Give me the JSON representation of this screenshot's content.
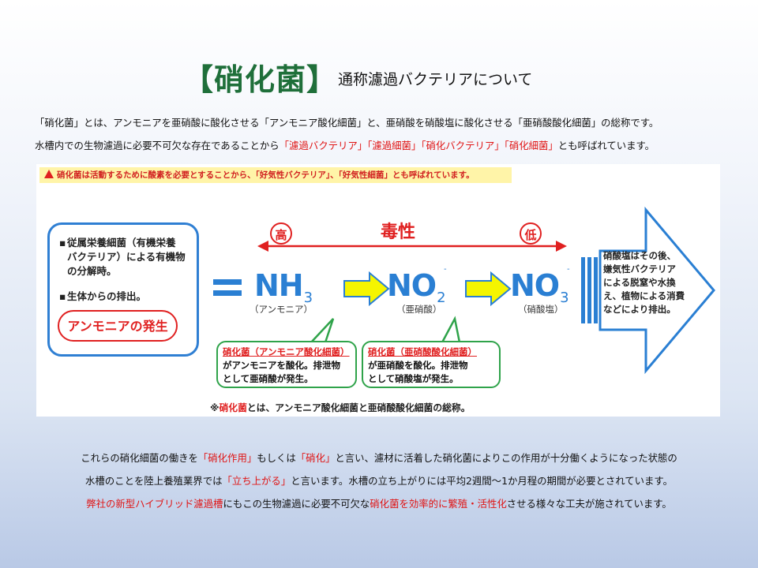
{
  "title": {
    "main": "【硝化菌】",
    "sub": "通称濾過バクテリアについて"
  },
  "intro": {
    "line1": "「硝化菌」とは、アンモニアを亜硝酸に酸化させる「アンモニア酸化細菌」と、亜硝酸を硝酸塩に酸化させる「亜硝酸酸化細菌」の総称です。",
    "line2_a": "水槽内での生物濾過に必要不可欠な存在であることから",
    "line2_red": "「濾過バクテリア」「濾過細菌」「硝化バクテリア」「硝化細菌」",
    "line2_b": "とも呼ばれています。"
  },
  "figure": {
    "warning": "硝化菌は活動するために酸素を必要とすることから、「好気性バクテリア」、「好気性細菌」とも呼ばれています。",
    "source_box": {
      "item1": "従属栄養細菌（有機栄養バクテリア）による有機物の分解時。",
      "item1_l1": "従属栄養細菌（有機栄養",
      "item1_l2": "バクテリア）による有機物",
      "item1_l3": "の分解時。",
      "item2": "生体からの排出。",
      "bullet": "▪",
      "ammonia_generation": "アンモニアの発生"
    },
    "toxicity": {
      "label": "毒性",
      "high": "高",
      "low": "低"
    },
    "compounds": [
      {
        "formula": "NH",
        "sub": "3",
        "charge": "",
        "name": "（アンモニア）"
      },
      {
        "formula": "NO",
        "sub": "2",
        "charge": "-",
        "name": "（亜硝酸）"
      },
      {
        "formula": "NO",
        "sub": "3",
        "charge": "-",
        "name": "（硝酸塩）"
      }
    ],
    "bubble1": {
      "head": "硝化菌（アンモニア酸化細菌）",
      "l2": "がアンモニアを酸化。排泄物",
      "l3": "として亜硝酸が発生。"
    },
    "bubble2": {
      "head": "硝化菌（亜硝酸酸化細菌）",
      "l2": "が亜硝酸を酸化。排泄物",
      "l3": "として硝酸塩が発生。"
    },
    "nitrate_fate": {
      "l1": "硝酸塩はその後、",
      "l2": "嫌気性バクテリア",
      "l3": "による脱窒や水換",
      "l4": "え、植物による消費",
      "l5": "などにより排出。"
    },
    "footnote": {
      "prefix": "※",
      "red": "硝化菌",
      "rest": "とは、アンモニア酸化細菌と亜硝酸酸化細菌の総称。"
    },
    "colors": {
      "blue": "#2a7fd3",
      "red": "#e02020",
      "green": "#2fa34a",
      "yellow": "#f5f500"
    }
  },
  "outro": {
    "l1_a": "これらの硝化細菌の働きを",
    "l1_r1": "「硝化作用」",
    "l1_b": "もしくは",
    "l1_r2": "「硝化」",
    "l1_c": "と言い、濾材に活着した硝化菌によりこの作用が十分働くようになった状態の",
    "l2_a": "水槽のことを陸上養殖業界では",
    "l2_r": "「立ち上がる」",
    "l2_b": "と言います。水槽の立ち上がりには平均2週間～1か月程の期間が必要とされています。",
    "l3_r1": "弊社の新型ハイブリッド濾過槽",
    "l3_a": "にもこの生物濾過に必要不可欠な",
    "l3_r2": "硝化菌を効率的に繁殖・活性化",
    "l3_b": "させる様々な工夫が施されています。"
  }
}
